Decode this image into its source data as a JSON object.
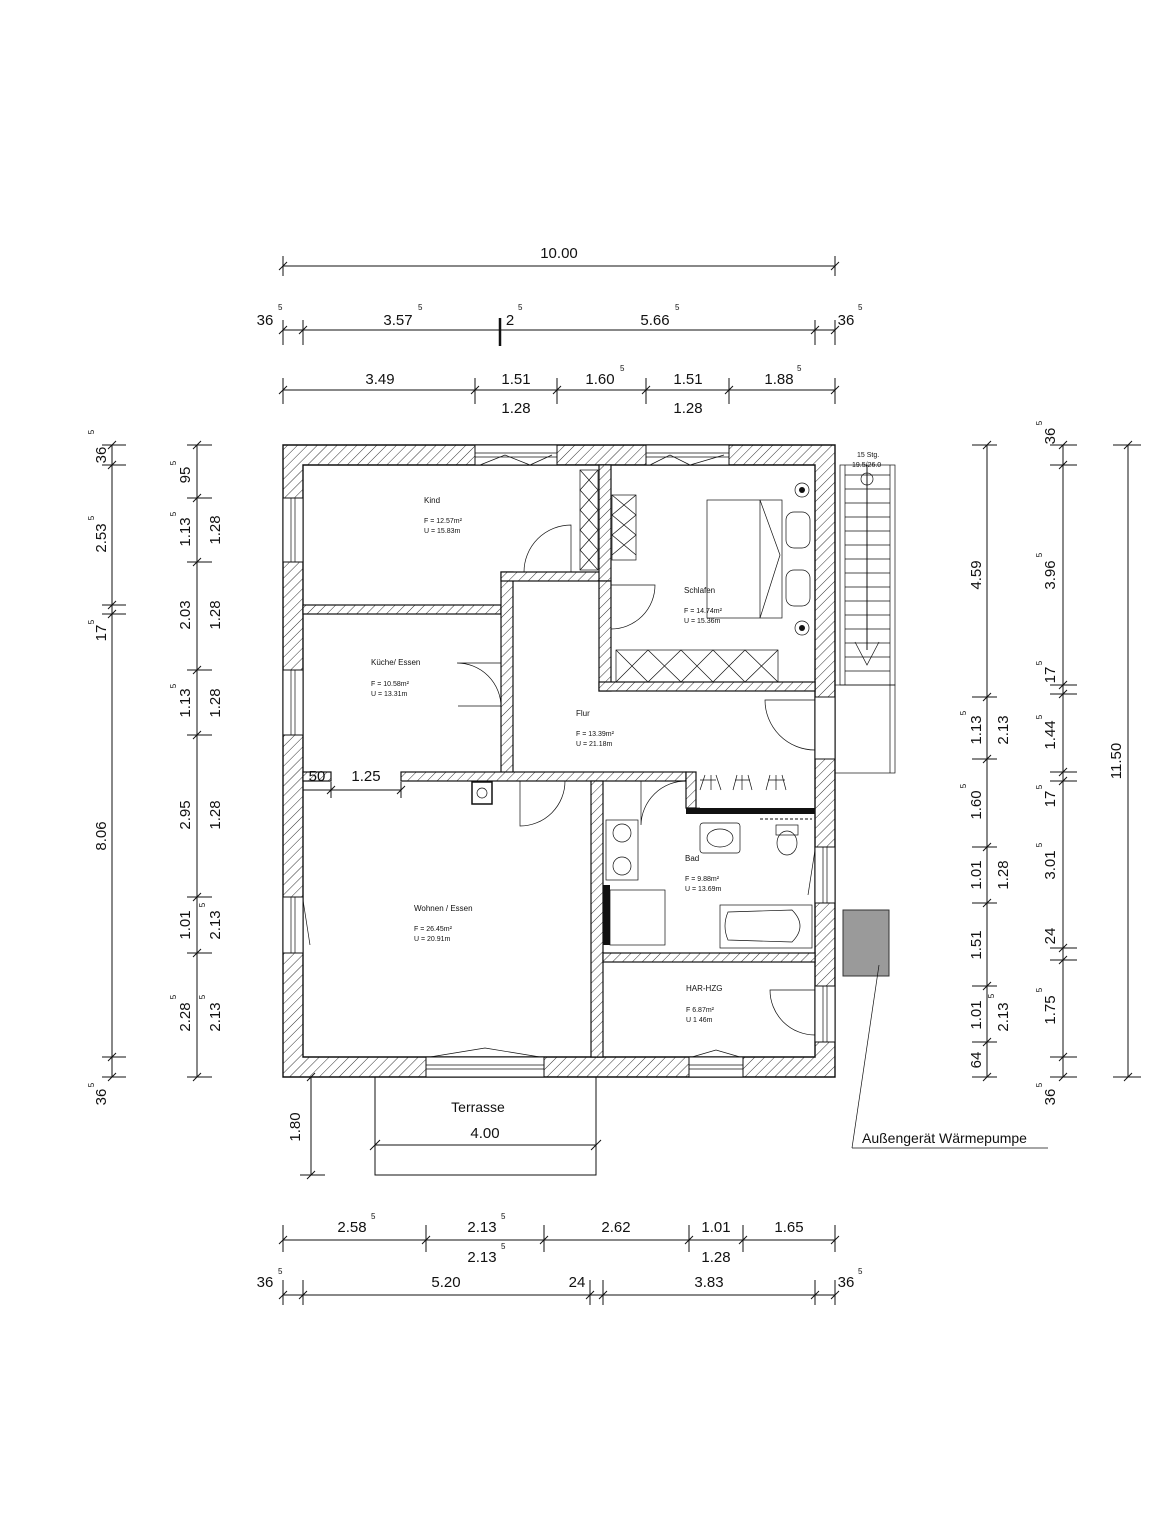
{
  "dimensions": {
    "top_total": "10.00",
    "top_row2": [
      {
        "v": "36",
        "s": "5"
      },
      {
        "v": "3.57",
        "s": "5"
      },
      {
        "v": "2",
        "s": "5"
      },
      {
        "v": "5.66",
        "s": "5"
      },
      {
        "v": "36",
        "s": "5"
      }
    ],
    "top_row3": [
      {
        "v": "3.49",
        "s": ""
      },
      {
        "v": "1.51",
        "s": ""
      },
      {
        "v": "1.60",
        "s": "5"
      },
      {
        "v": "1.51",
        "s": ""
      },
      {
        "v": "1.88",
        "s": "5"
      }
    ],
    "top_row3_sub": [
      "1.28",
      "1.28"
    ],
    "left_outer": [
      {
        "v": "36",
        "s": "5"
      },
      {
        "v": "2.53",
        "s": "5"
      },
      {
        "v": "17",
        "s": "5"
      },
      {
        "v": "8.06",
        "s": ""
      },
      {
        "v": "36",
        "s": "5"
      }
    ],
    "left_mid": [
      {
        "v": "95",
        "s": "5"
      },
      {
        "v": "1.13",
        "s": "5"
      },
      {
        "v": "2.03",
        "s": ""
      },
      {
        "v": "1.13",
        "s": "5"
      },
      {
        "v": "2.95",
        "s": ""
      },
      {
        "v": "1.01",
        "s": ""
      },
      {
        "v": "2.28",
        "s": "5"
      }
    ],
    "left_inner": [
      {
        "v": "1.28",
        "s": ""
      },
      {
        "v": "1.28",
        "s": ""
      },
      {
        "v": "1.28",
        "s": ""
      },
      {
        "v": "1.28",
        "s": ""
      },
      {
        "v": "2.13",
        "s": "5"
      },
      {
        "v": "2.13",
        "s": "5"
      }
    ],
    "right_a": [
      {
        "v": "4.59",
        "s": ""
      },
      {
        "v": "1.13",
        "s": "5"
      },
      {
        "v": "1.60",
        "s": "5"
      },
      {
        "v": "1.01",
        "s": ""
      },
      {
        "v": "1.51",
        "s": ""
      },
      {
        "v": "1.01",
        "s": ""
      },
      {
        "v": "64",
        "s": ""
      }
    ],
    "right_b": [
      {
        "v": "2.13",
        "s": ""
      },
      {
        "v": "1.28",
        "s": ""
      },
      {
        "v": "2.13",
        "s": "5"
      }
    ],
    "right_c": [
      {
        "v": "36",
        "s": "5"
      },
      {
        "v": "3.96",
        "s": "5"
      },
      {
        "v": "17",
        "s": "5"
      },
      {
        "v": "1.44",
        "s": "5"
      },
      {
        "v": "17",
        "s": "5"
      },
      {
        "v": "3.01",
        "s": "5"
      },
      {
        "v": "24",
        "s": ""
      },
      {
        "v": "1.75",
        "s": "5"
      },
      {
        "v": "36",
        "s": "5"
      }
    ],
    "right_total": "11.50",
    "bottom_row1": [
      {
        "v": "2.58",
        "s": "5"
      },
      {
        "v": "2.13",
        "s": "5"
      },
      {
        "v": "2.62",
        "s": ""
      },
      {
        "v": "1.01",
        "s": ""
      },
      {
        "v": "1.65",
        "s": ""
      }
    ],
    "bottom_row1_sub": [
      {
        "v": "2.13",
        "s": "5"
      },
      {
        "v": "1.28",
        "s": ""
      }
    ],
    "bottom_row2": [
      {
        "v": "36",
        "s": "5"
      },
      {
        "v": "5.20",
        "s": ""
      },
      {
        "v": "24",
        "s": ""
      },
      {
        "v": "3.83",
        "s": ""
      },
      {
        "v": "36",
        "s": "5"
      }
    ],
    "small_50": "50",
    "small_125": "1.25",
    "terrace_depth": "1.80",
    "terrace_width": "4.00"
  },
  "rooms": {
    "kind": {
      "name": "Kind",
      "area": "F = 12.57m²",
      "perimeter": "U = 15.83m"
    },
    "schlafen": {
      "name": "Schlafen",
      "area": "F = 14.74m²",
      "perimeter": "U = 15.36m"
    },
    "kueche": {
      "name": "Küche/ Essen",
      "area": "F = 10.58m²",
      "perimeter": "U = 13.31m"
    },
    "flur": {
      "name": "Flur",
      "area": "F = 13.39m²",
      "perimeter": "U = 21.18m"
    },
    "bad": {
      "name": "Bad",
      "area": "F = 9.88m²",
      "perimeter": "U = 13.69m"
    },
    "wohnen": {
      "name": "Wohnen / Essen",
      "area": "F = 26.45m²",
      "perimeter": "U = 20.91m"
    },
    "har": {
      "name": "HAR-HZG",
      "area": "F   6.87m²",
      "perimeter": "U   1  46m"
    }
  },
  "stairs": {
    "steps": "15 Stg.",
    "riser": "19.5/26.0"
  },
  "terrace_label": "Terrasse",
  "heat_pump_label": "Außengerät Wärmepumpe",
  "colors": {
    "line": "#111111",
    "hatch": "#333333",
    "unit": "#9a9a9a",
    "background": "#ffffff"
  }
}
